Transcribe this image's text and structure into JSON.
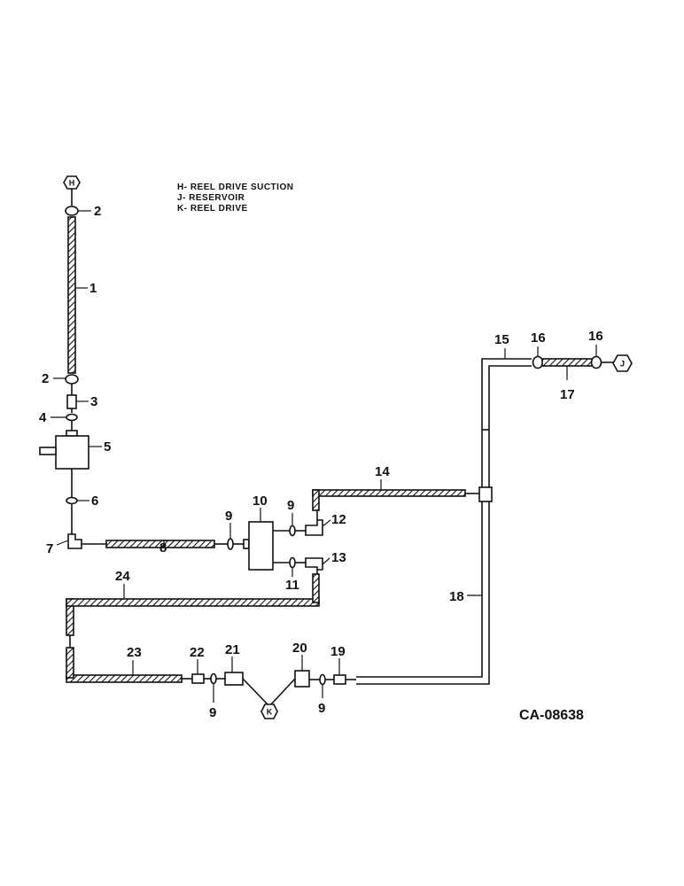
{
  "legend": {
    "h": "H- REEL DRIVE SUCTION",
    "j": "J- RESERVOIR",
    "k": "K- REEL DRIVE"
  },
  "connectors": {
    "h": "H",
    "j": "J",
    "k": "K"
  },
  "callouts": {
    "c1": "1",
    "c2a": "2",
    "c2b": "2",
    "c3": "3",
    "c4": "4",
    "c5": "5",
    "c6": "6",
    "c7": "7",
    "c8": "8",
    "c9a": "9",
    "c9b": "9",
    "c9c": "9",
    "c9d": "9",
    "c10": "10",
    "c11": "11",
    "c12": "12",
    "c13": "13",
    "c14": "14",
    "c15": "15",
    "c16a": "16",
    "c16b": "16",
    "c17": "17",
    "c18": "18",
    "c19": "19",
    "c20": "20",
    "c21": "21",
    "c22": "22",
    "c23": "23",
    "c24": "24"
  },
  "drawing_code": "CA-08638"
}
